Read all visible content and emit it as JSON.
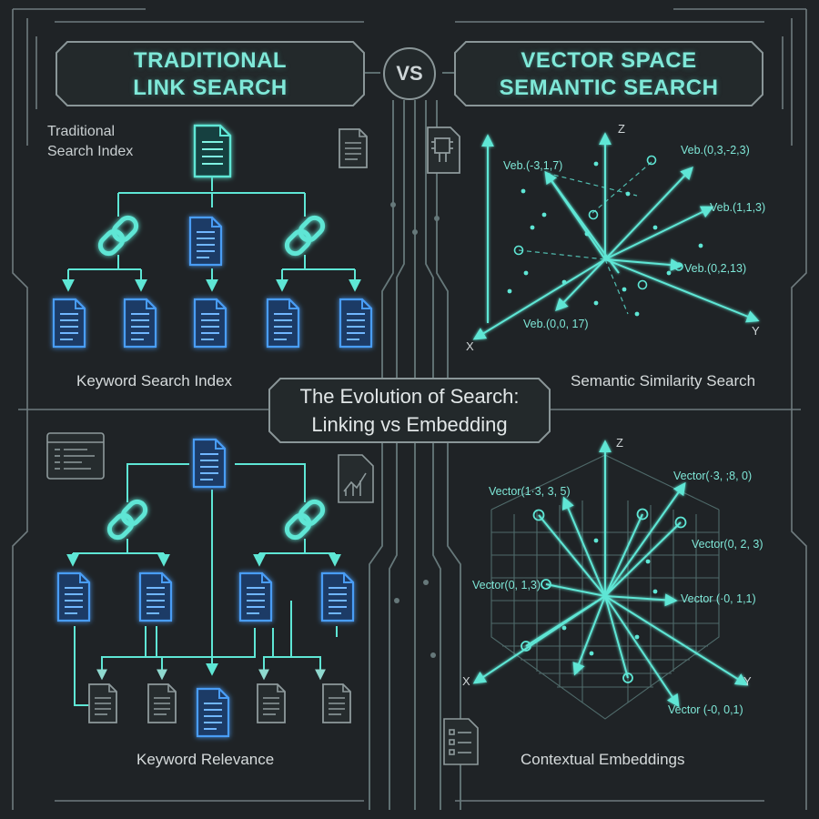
{
  "headers": {
    "left_title_line1": "TRADITIONAL",
    "left_title_line2": "LINK SEARCH",
    "right_title_line1": "VECTOR SPACE",
    "right_title_line2": "SEMANTIC SEARCH",
    "vs": "VS"
  },
  "center_title": {
    "line1": "The Evolution of Search:",
    "line2": "Linking vs Embedding"
  },
  "top_left": {
    "corner_label_line1": "Traditional",
    "corner_label_line2": "Search Index",
    "caption": "Keyword Search Index"
  },
  "top_right": {
    "caption": "Semantic Similarity Search",
    "axes": {
      "x": "X",
      "y": "Y",
      "z": "Z"
    },
    "vectors": [
      "Veb.(-3,1,7)",
      "Veb.(0,3,-2,3)",
      "Veb.(1,1,3)",
      "Veb.(0,2,13)",
      "Veb.(0,0, 17)"
    ]
  },
  "bottom_left": {
    "caption": "Keyword Relevance"
  },
  "bottom_right": {
    "caption": "Contextual Embeddings",
    "axes": {
      "x": "X",
      "y": "Y",
      "z": "Z"
    },
    "vectors": [
      "Vector(1·3, 3, 5)",
      "Vector(·3, ;8, 0)",
      "Vector(0, 2, 3)",
      "Vector(0, 1,3)",
      "Vector (·0, 1,1)",
      "Vector (-0, 0,1)"
    ]
  },
  "colors": {
    "background": "#1f2326",
    "accent": "#5ee6d5",
    "document_blue": "#3d8ff0",
    "frame": "#7a8689"
  },
  "icons": [
    "document-icon",
    "link-icon",
    "chip-document-icon",
    "code-window-icon",
    "chart-document-icon",
    "checklist-document-icon"
  ]
}
